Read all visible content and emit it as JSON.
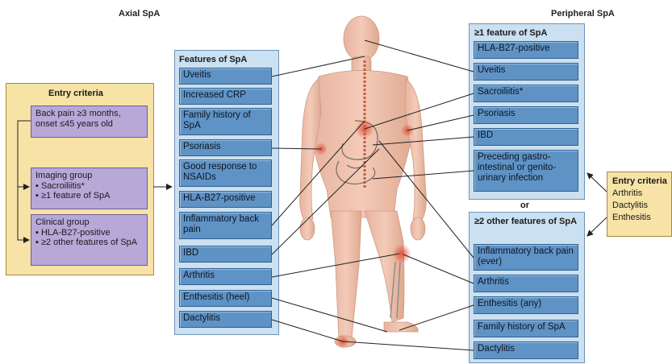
{
  "headers": {
    "axial": "Axial SpA",
    "peripheral": "Peripheral SpA"
  },
  "axial_entry": {
    "title": "Entry criteria",
    "back_pain": "Back pain ≥3 months, onset ≤45 years old",
    "imaging": {
      "title": "Imaging group",
      "items": [
        "Sacroiliitis*",
        "≥1 feature of SpA"
      ]
    },
    "clinical": {
      "title": "Clinical group",
      "items": [
        "HLA-B27-positive",
        "≥2 other features of SpA"
      ]
    }
  },
  "features": {
    "title": "Features of SpA",
    "items": [
      "Uveitis",
      "Increased CRP",
      "Family history of SpA",
      "Psoriasis",
      "Good response to NSAIDs",
      "HLA-B27-positive",
      "Inflammatory back pain",
      "IBD",
      "Arthritis",
      "Enthesitis (heel)",
      "Dactylitis"
    ]
  },
  "peripheral_top": {
    "title": "≥1 feature of SpA",
    "items": [
      "HLA-B27-positive",
      "Uveitis",
      "Sacroiliitis*",
      "Psoriasis",
      "IBD",
      "Preceding gastro-intestinal or genito-urinary infection"
    ]
  },
  "or_label": "or",
  "peripheral_bottom": {
    "title": "≥2 other features of SpA",
    "items": [
      "Inflammatory back pain (ever)",
      "Arthritis",
      "Enthesitis (any)",
      "Family history of SpA",
      "Dactylitis"
    ]
  },
  "peripheral_entry": {
    "title": "Entry criteria",
    "items": [
      "Arthritis",
      "Dactylitis",
      "Enthesitis"
    ]
  },
  "colors": {
    "feature_box": "#5f93c6",
    "panel": "#cbe0f0",
    "entry": "#f7e3a6",
    "group": "#b7a8d8",
    "inflammation": "#e0503a"
  }
}
